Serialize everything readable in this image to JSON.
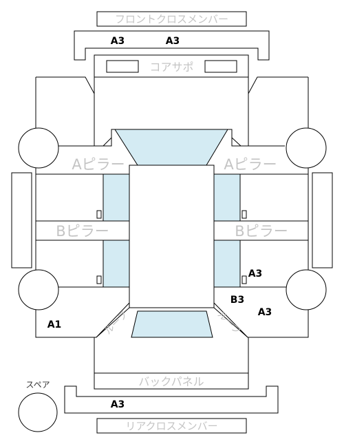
{
  "labels": {
    "front_cross_member": "フロントクロスメンバー",
    "core_support": "コアサポ",
    "a_pillar_left": "Aピラー",
    "a_pillar_right": "Aピラー",
    "b_pillar_left": "Bピラー",
    "b_pillar_right": "Bピラー",
    "roof_left": "ルーフ",
    "roof_right": "ルーフ",
    "back_panel": "バックパネル",
    "rear_cross_member": "リアクロスメンバー",
    "spare": "スペア"
  },
  "codes": {
    "front_left": "A3",
    "front_right": "A3",
    "rear_pillar": "A3",
    "b3": "B3",
    "rear_quarter": "A3",
    "left_quarter": "A1",
    "rear_member": "A3"
  },
  "colors": {
    "glass": "#d4ebf3",
    "line": "#000000",
    "label_gray": "#c4c4c4"
  }
}
